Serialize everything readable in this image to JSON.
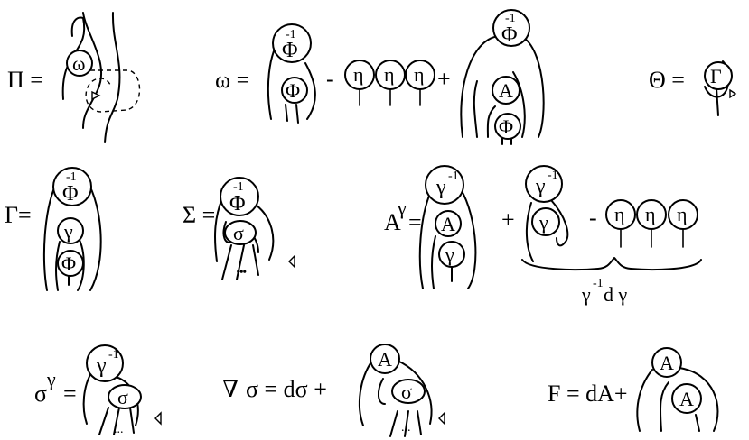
{
  "row1": {
    "pi": {
      "lhs": "Π =",
      "node": "ω"
    },
    "omega": {
      "lhs": "ω =",
      "phi_inv": "Φ",
      "phi_inv_sup": "-1",
      "phi": "Φ",
      "minus": "-",
      "eta1": "η",
      "eta2": "η",
      "eta3": "η",
      "plus": "+",
      "phi_inv2": "Φ",
      "phi_inv2_sup": "-1",
      "a": "A",
      "phi2": "Φ"
    },
    "theta": {
      "lhs": "Θ =",
      "node": "Γ"
    }
  },
  "row2": {
    "gamma_cap": {
      "lhs": "Γ=",
      "phi_inv": "Φ",
      "phi_inv_sup": "-1",
      "gamma": "γ",
      "phi": "Φ"
    },
    "sigma_cap": {
      "lhs": "Σ =",
      "phi_inv": "Φ",
      "phi_inv_sup": "-1",
      "sigma": "σ",
      "dots": "..."
    },
    "a_gamma": {
      "lhs_base": "A",
      "lhs_sup": "γ",
      "lhs_eq": "=",
      "gamma_inv": "γ",
      "gamma_inv_sup": "-1",
      "a": "A",
      "gamma": "γ",
      "plus": "+",
      "gamma_inv2": "γ",
      "gamma_inv2_sup": "-1",
      "gamma2": "γ",
      "minus": "-",
      "eta1": "η",
      "eta2": "η",
      "eta3": "η",
      "brace_base": "γ",
      "brace_sup": "-1",
      "brace_rest": "d γ"
    }
  },
  "row3": {
    "sigma_gamma": {
      "lhs_base": "σ",
      "lhs_sup": "γ",
      "lhs_eq": "=",
      "gamma_inv": "γ",
      "gamma_inv_sup": "-1",
      "sigma": "σ",
      "dots": "..."
    },
    "nabla_sigma": {
      "lhs": "∇",
      "lhs_rest": "σ = dσ +",
      "a": "A",
      "sigma": "σ",
      "dots": "..."
    },
    "curvature": {
      "lhs": "F = dA+",
      "a1": "A",
      "a2": "A"
    }
  }
}
